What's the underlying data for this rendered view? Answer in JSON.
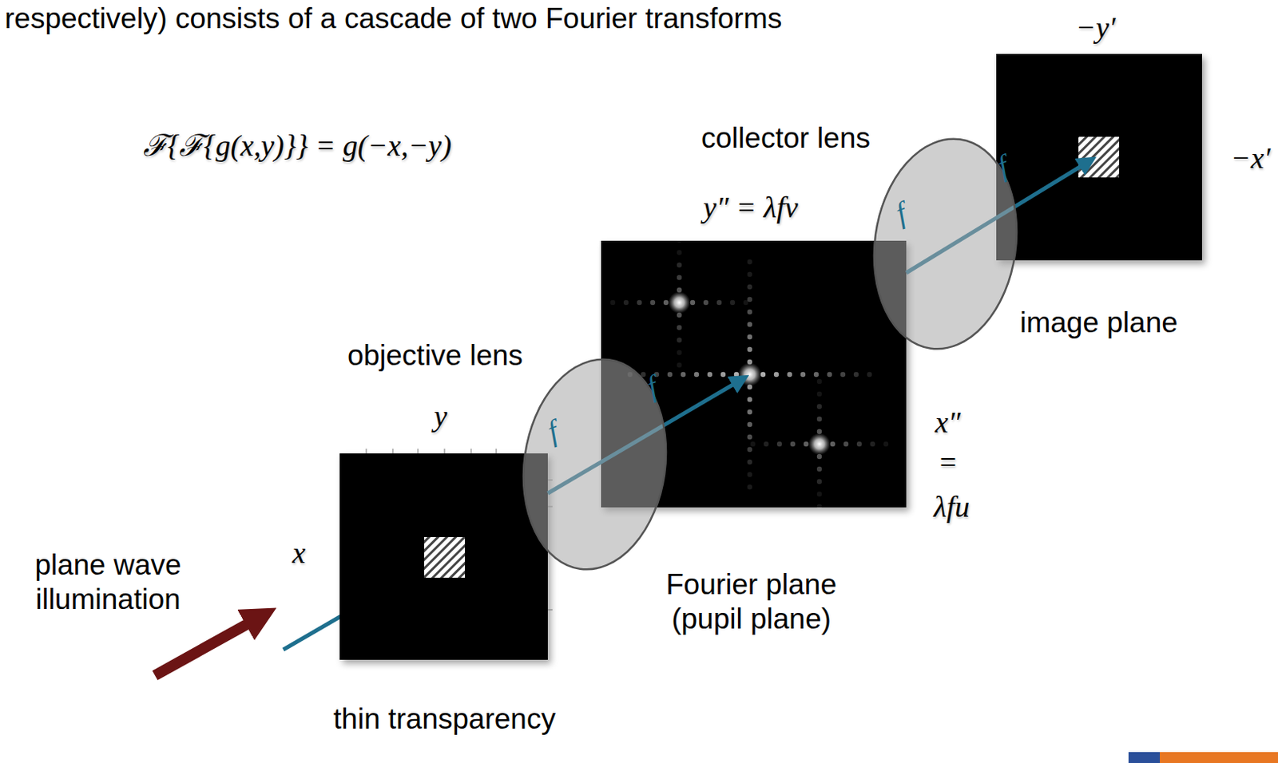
{
  "diagram": {
    "labels": [
      "respectively) consists of a cascade of two Fourier transforms",
      "ℱ{ℱ{g(x,y)}} = g(−x,−y)",
      "collector lens",
      "−y′",
      "y″ = λfv",
      "f",
      "f",
      "−x′",
      "image plane",
      "objective lens",
      "f",
      "f",
      "y",
      "x″",
      "=",
      "λfu",
      "x",
      "plane wave illumination",
      "Fourier plane (pupil plane)",
      "thin transparency"
    ]
  }
}
